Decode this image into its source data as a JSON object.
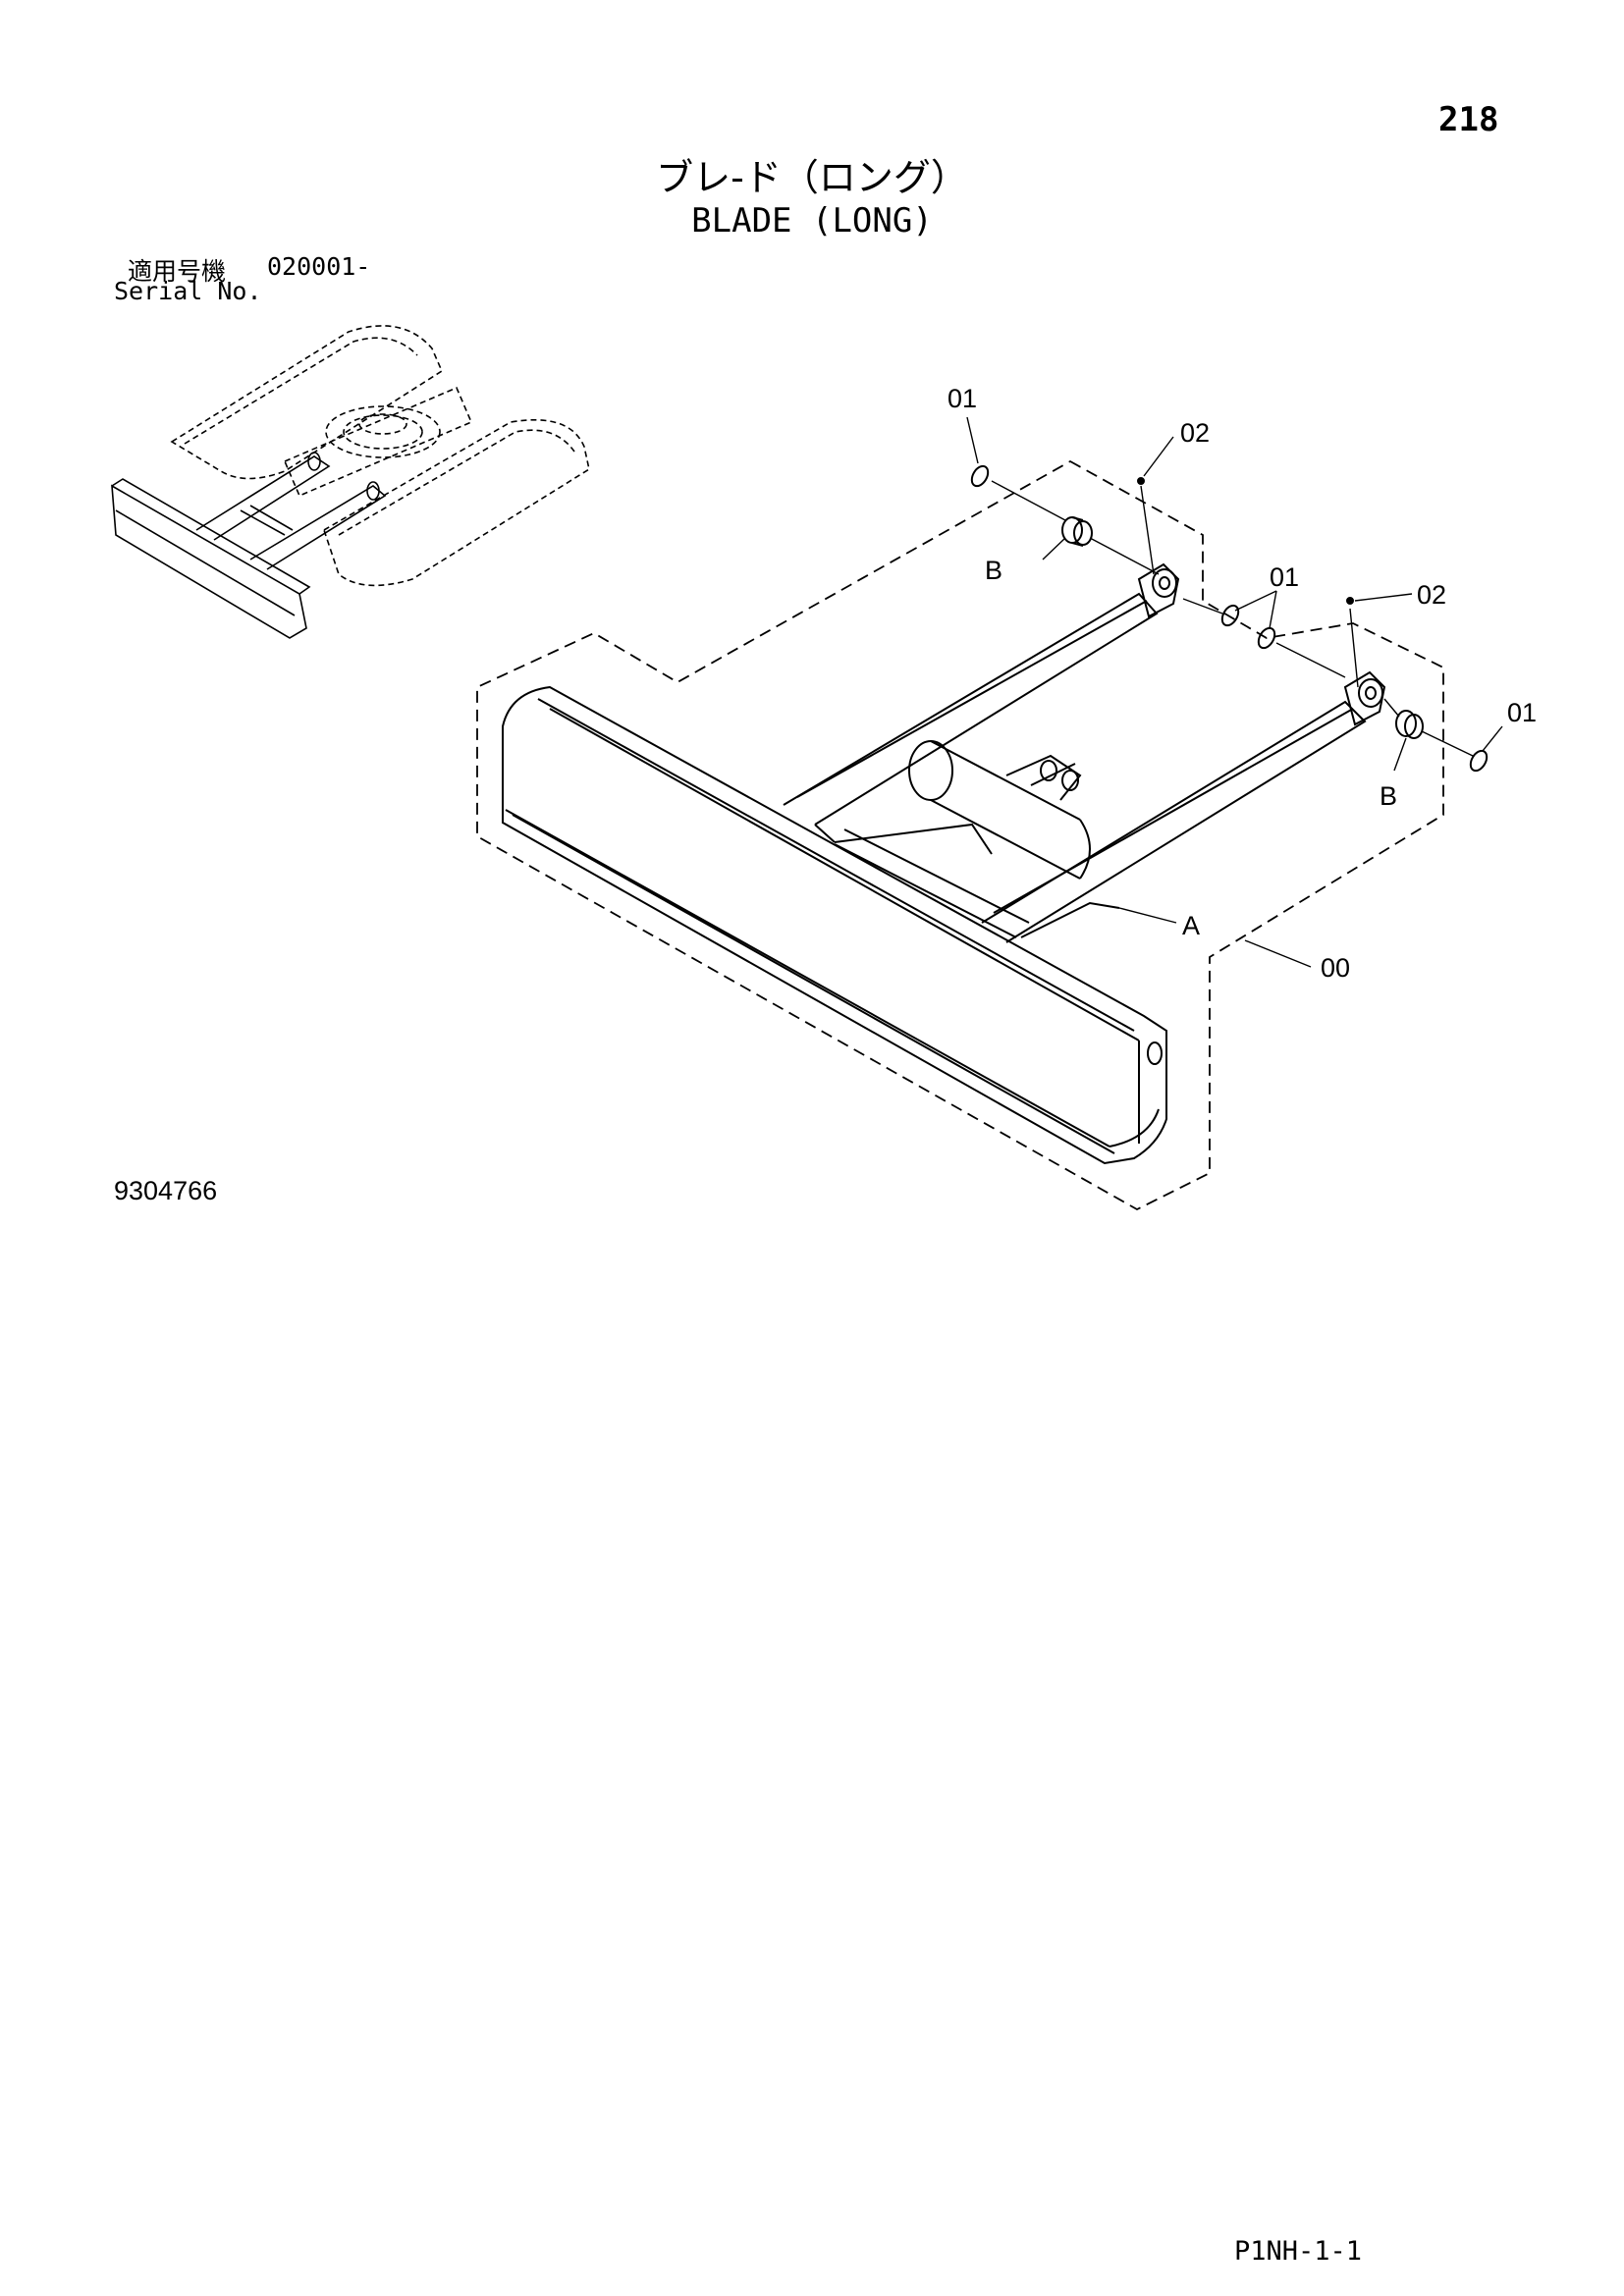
{
  "page": {
    "number": "218",
    "title_jp": "ブレ-ド（ロング）",
    "title_en": "BLADE (LONG)",
    "serial_label_jp": "適用号機",
    "serial_value": "020001-",
    "serial_label_en": "Serial No.",
    "figure_number": "9304766",
    "ref_code": "P1NH-1-1"
  },
  "callouts": {
    "c01_top": "01",
    "c02_top": "02",
    "b_left": "B",
    "c01_mid": "01",
    "c02_right": "02",
    "c01_right": "01",
    "b_right": "B",
    "a_label": "A",
    "c00": "00"
  }
}
